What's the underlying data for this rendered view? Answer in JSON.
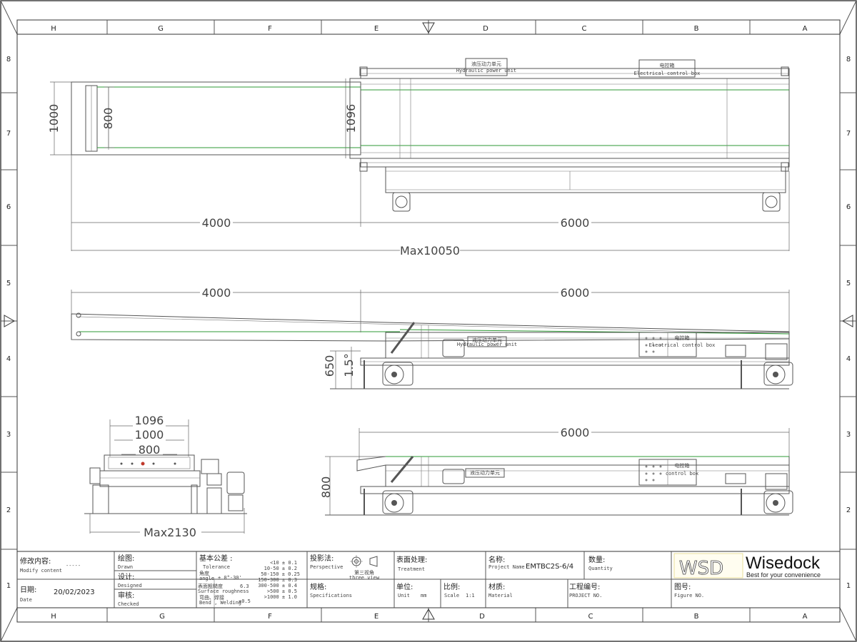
{
  "frame": {
    "cols_top": [
      "H",
      "G",
      "F",
      "E",
      "D",
      "C",
      "B",
      "A"
    ],
    "cols_bottom": [
      "H",
      "G",
      "F",
      "E",
      "D",
      "C",
      "B",
      "A"
    ],
    "rows_left": [
      "8",
      "7",
      "6",
      "5",
      "4",
      "3",
      "2",
      "1"
    ],
    "rows_right": [
      "8",
      "7",
      "6",
      "5",
      "4",
      "3",
      "2",
      "1"
    ]
  },
  "top_view": {
    "dim_width": "1000",
    "dim_belt": "800",
    "dim_frame": "1096",
    "dim_ext": "4000",
    "dim_base": "6000",
    "dim_total": "Max10050",
    "label_power": "液压动力单元",
    "label_power_en": "Hydraulic power unit",
    "label_control": "电控箱",
    "label_control_en": "Electrical control box"
  },
  "side_view": {
    "dim_ext": "4000",
    "dim_base": "6000",
    "dim_height": "650",
    "dim_slope": "1.5°",
    "label_power": "液压动力单元",
    "label_power_en": "Hydraulic power unit",
    "label_control": "电控箱",
    "label_control_en": "Electrical control box"
  },
  "end_view": {
    "dim_frame": "1096",
    "dim_width": "1000",
    "dim_belt": "800",
    "dim_total": "Max2130"
  },
  "retracted_view": {
    "dim_base": "6000",
    "dim_height": "800",
    "label_power": "液压动力单元",
    "label_control": "电控箱",
    "label_control_en": "control box"
  },
  "title_block": {
    "modify_cn": "修改内容:",
    "modify_en": "Modify content",
    "modify_val": "-----",
    "date_cn": "日期:",
    "date_en": "Date",
    "date_val": "20/02/2023",
    "drawn_cn": "绘图:",
    "drawn_en": "Drawn",
    "designed_cn": "设计:",
    "designed_en": "Designed",
    "checked_cn": "审核:",
    "checked_en": "Checked",
    "tol_cn": "基本公差 :",
    "tol_en": "Tolerance",
    "angle_cn": "角度",
    "angle_en": "angle",
    "angle_val": "± 0°-30'",
    "rough_cn": "表面粗糙度",
    "rough_en": "Surface roughness",
    "rough_val": "6.3",
    "bend_cn": "弯曲、焊接",
    "bend_en": "Bend , Welding",
    "bend_val": "±0.5",
    "tol_rows": [
      "<10 ± 0.1",
      "10-50 ± 0.2",
      "50-150 ± 0.25",
      "150-300 ± 0.3",
      "300-500 ± 0.4",
      ">500 ± 0.5",
      ">1000 ± 1.0"
    ],
    "proj_cn": "投影法:",
    "proj_en": "Perspective",
    "proj_val_cn": "第三视角",
    "proj_val_en": "three view",
    "spec_cn": "规格:",
    "spec_en": "Specifications",
    "treat_cn": "表面处理:",
    "treat_en": "Treatment",
    "unit_cn": "单位:",
    "unit_en": "Unit",
    "unit_val": "mm",
    "scale_cn": "比例:",
    "scale_en": "Scale",
    "scale_val": "1:1",
    "name_cn": "名称:",
    "name_en": "Project Name",
    "name_val": "EMTBC2S-6/4",
    "qty_cn": "数量:",
    "qty_en": "Quantity",
    "material_cn": "材质:",
    "material_en": "Material",
    "projno_cn": "工程编号:",
    "projno_en": "PROJECT NO.",
    "figno_cn": "图号:",
    "figno_en": "Figure NO.",
    "logo_mark": "WSD",
    "logo_name": "Wisedock",
    "logo_tag": "Best for your convenience"
  }
}
